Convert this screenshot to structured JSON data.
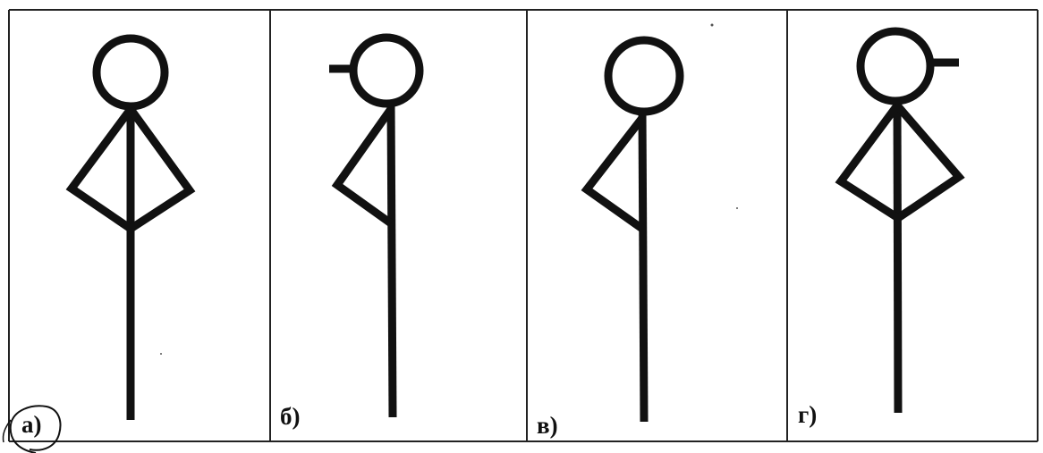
{
  "panels": [
    {
      "label": "а)",
      "variant": "both-arms-no-nose",
      "marked": true
    },
    {
      "label": "б)",
      "variant": "one-arm-nose-left"
    },
    {
      "label": "в)",
      "variant": "one-arm-no-nose"
    },
    {
      "label": "г)",
      "variant": "both-arms-nose-right"
    }
  ],
  "colors": {
    "ink": "#111111",
    "frame": "#222222",
    "background": "#ffffff"
  }
}
